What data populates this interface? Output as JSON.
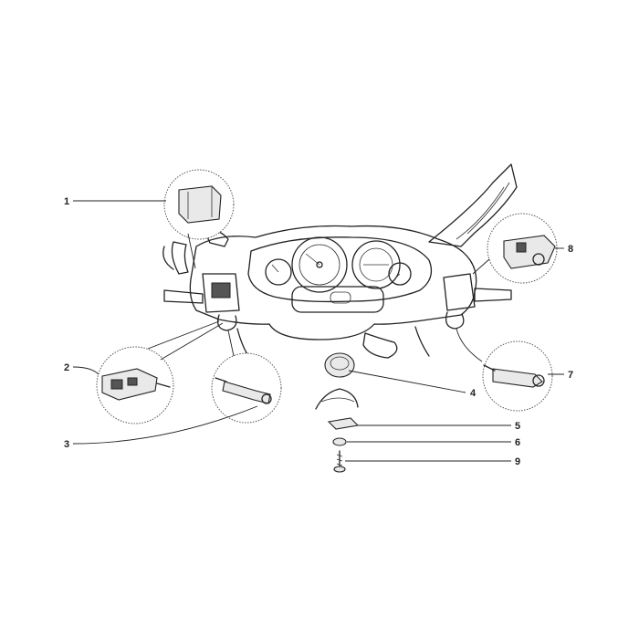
{
  "callouts": [
    {
      "id": "1",
      "label": "1"
    },
    {
      "id": "2",
      "label": "2"
    },
    {
      "id": "3",
      "label": "3"
    },
    {
      "id": "4",
      "label": "4"
    },
    {
      "id": "5",
      "label": "5"
    },
    {
      "id": "6",
      "label": "6"
    },
    {
      "id": "7",
      "label": "7"
    },
    {
      "id": "8",
      "label": "8"
    },
    {
      "id": "9",
      "label": "9"
    }
  ],
  "colors": {
    "ink": "#222222",
    "background": "#ffffff"
  }
}
